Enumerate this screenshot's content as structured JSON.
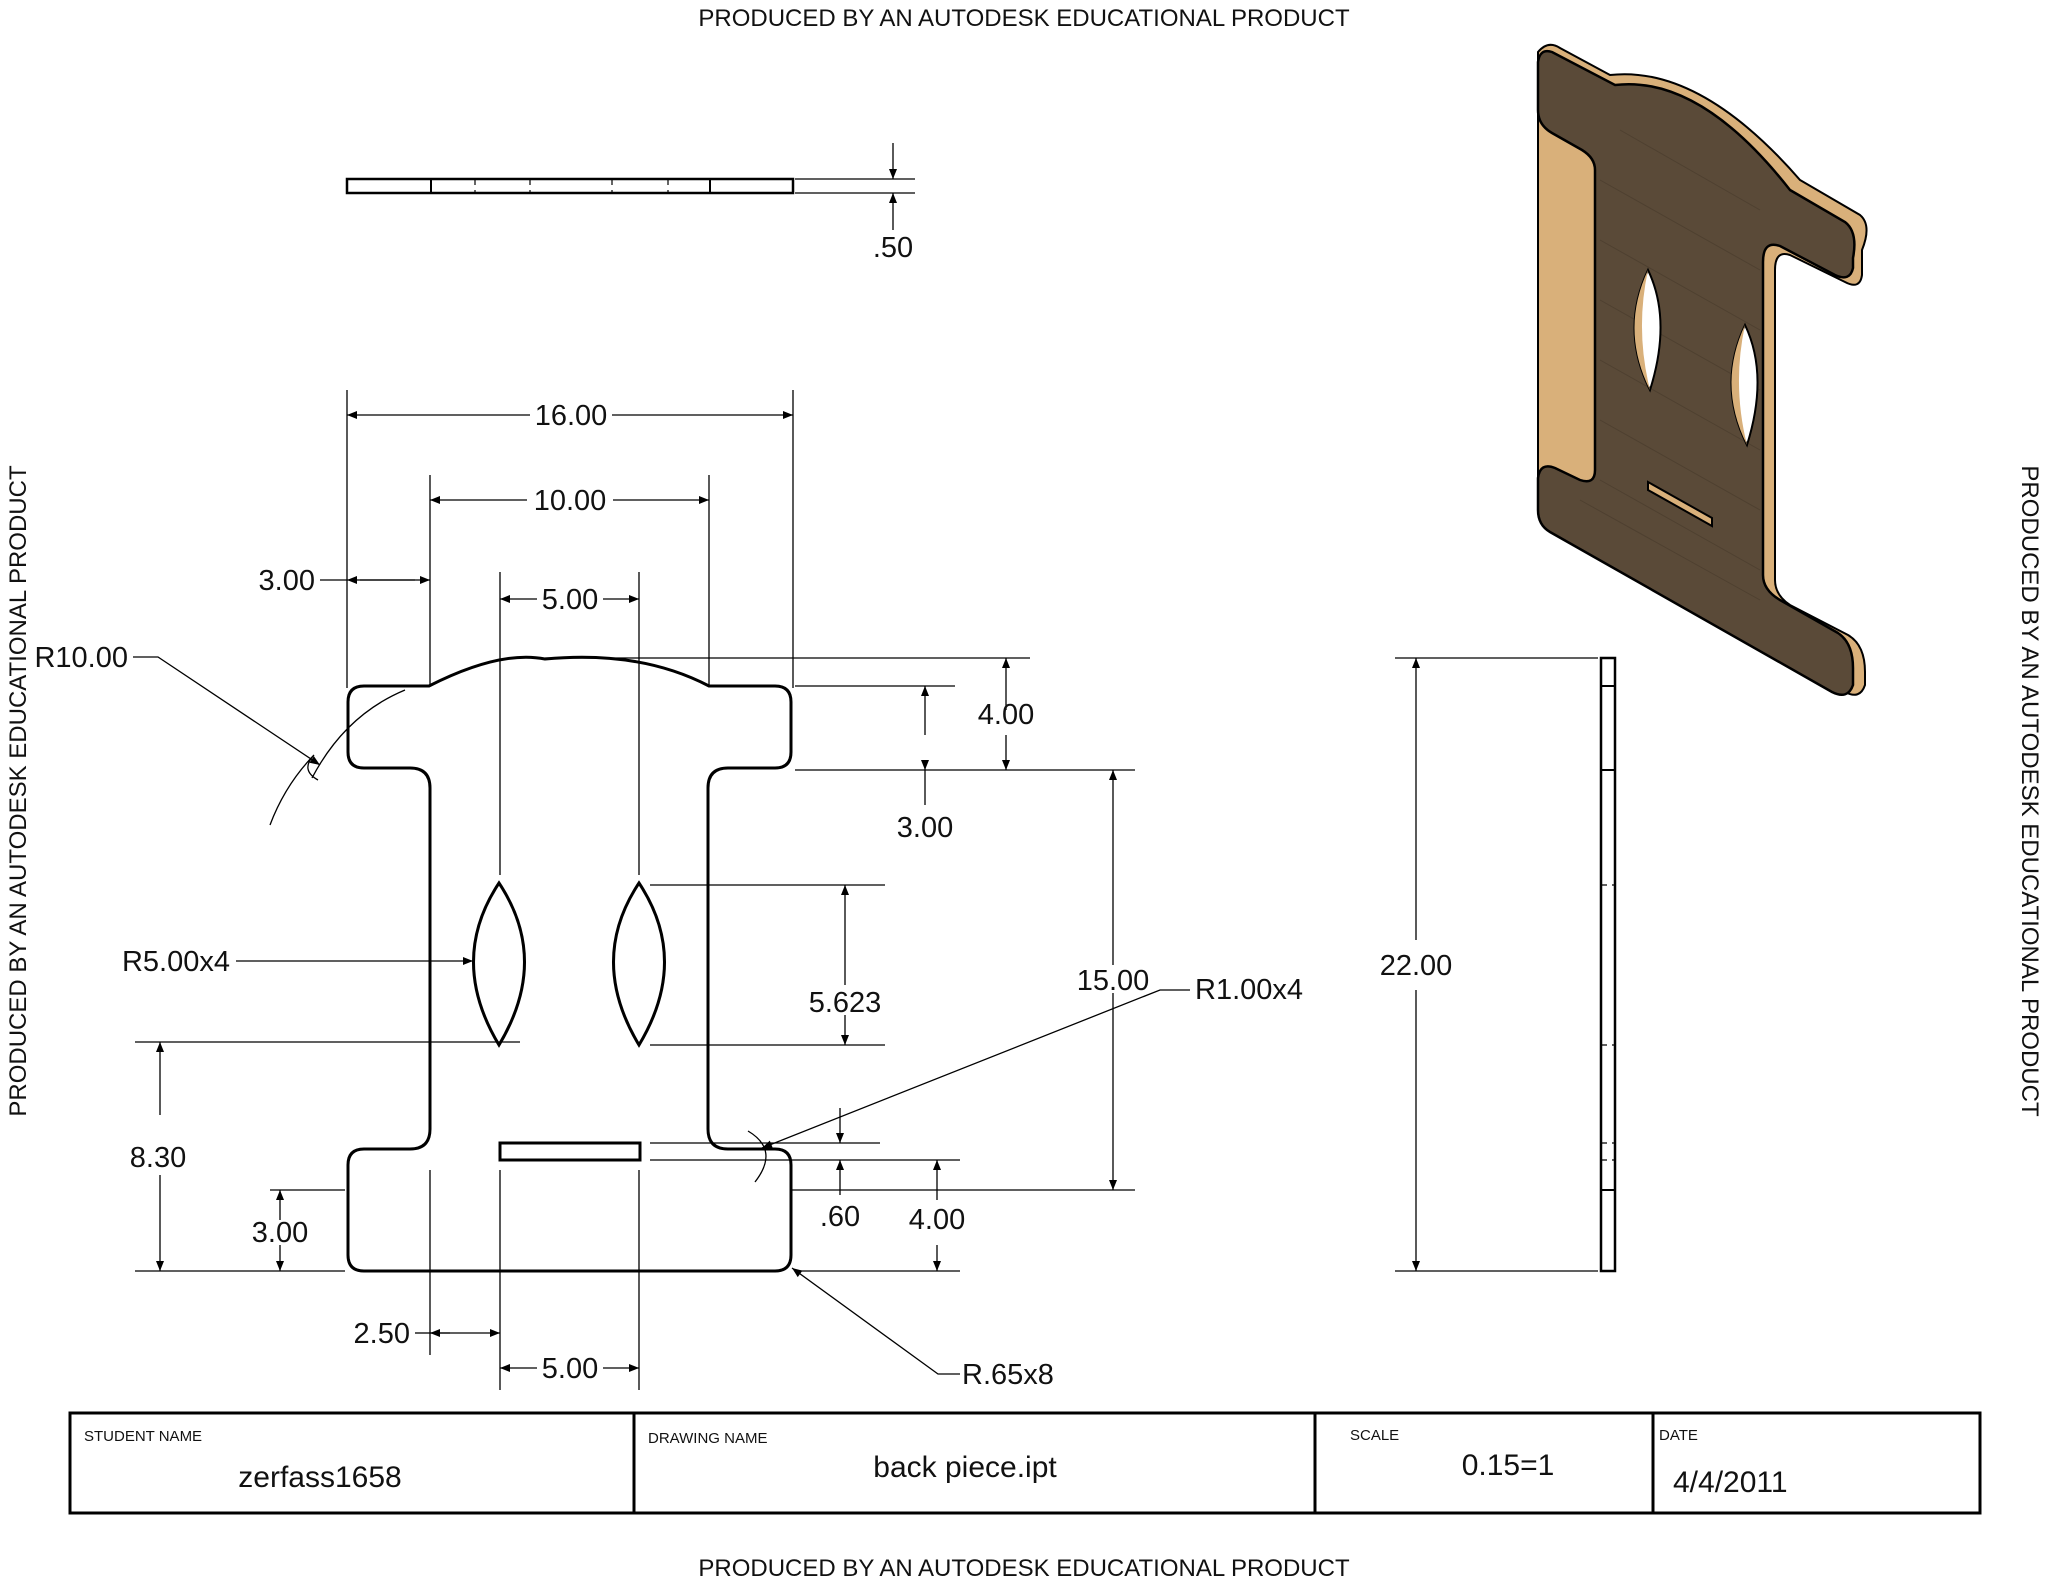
{
  "watermark": {
    "text": "PRODUCED BY AN AUTODESK EDUCATIONAL PRODUCT"
  },
  "dimensions": {
    "top_thickness": ".50",
    "overall_width": "16.00",
    "inner_width": "10.00",
    "flange_width": "3.00",
    "slot_spacing_top": "5.00",
    "arc_radius": "R10.00",
    "top_rise": "4.00",
    "top_flange_height": "3.00",
    "lens_radius": "R5.00x4",
    "lens_height": "5.623",
    "center_height": "15.00",
    "corner_radius_inner": "R1.00x4",
    "slot_height_from_bottom": "8.30",
    "bottom_flange_height": "3.00",
    "slot_thickness": ".60",
    "slot_offset": "4.00",
    "bottom_offset": "2.50",
    "slot_spacing_bottom": "5.00",
    "corner_radius_outer": "R.65x8",
    "overall_height": "22.00"
  },
  "title_block": {
    "student_name_label": "STUDENT NAME",
    "student_name": "zerfass1658",
    "drawing_name_label": "DRAWING NAME",
    "drawing_name": "back piece.ipt",
    "scale_label": "SCALE",
    "scale": "0.15=1",
    "date_label": "DATE",
    "date": "4/4/2011"
  },
  "colors": {
    "wood_face": "#5a4a38",
    "wood_edge": "#d9b07a",
    "line": "#000000"
  }
}
